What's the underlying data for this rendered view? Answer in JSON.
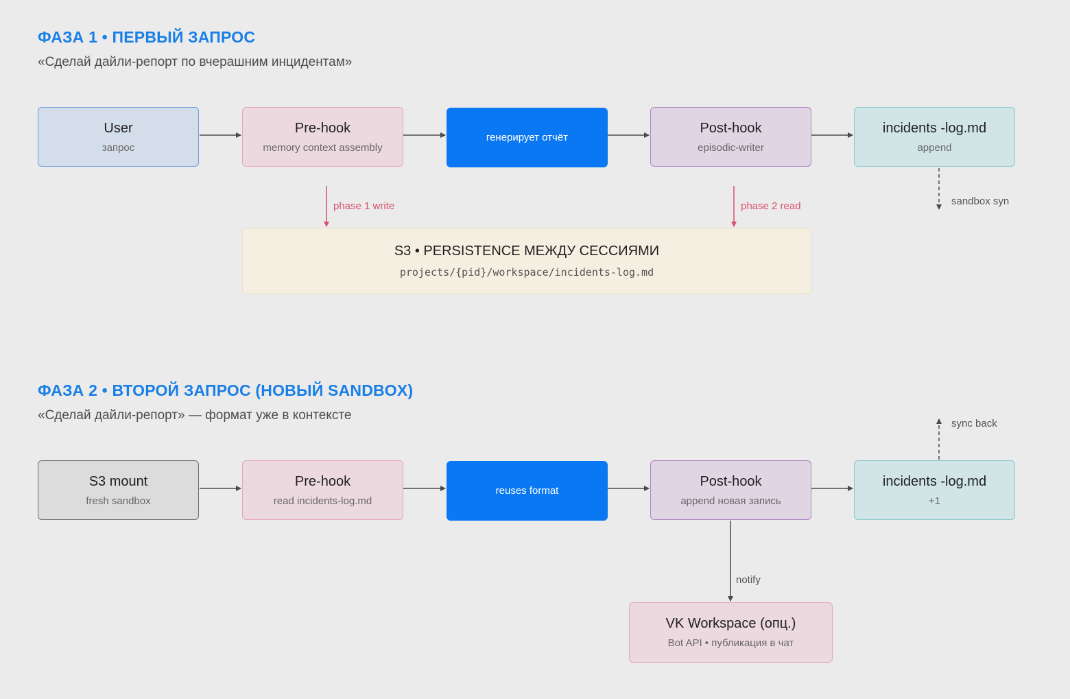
{
  "phase1": {
    "title": "ФАЗА 1 • ПЕРВЫЙ ЗАПРОС",
    "subtitle": "«Сделай дайли-репорт по вчерашним инцидентам»",
    "user": {
      "title": "User",
      "sub": "запрос"
    },
    "prehook": {
      "title": "Pre-hook",
      "sub": "memory context assembly"
    },
    "generate": {
      "title": "генерирует отчёт"
    },
    "posthook": {
      "title": "Post-hook",
      "sub": "episodic-writer"
    },
    "incidents": {
      "title": "incidents -log.md",
      "sub": "append"
    },
    "phase1_write": "phase 1 write",
    "phase2_read": "phase 2 read",
    "sandbox_sync": "sandbox syn",
    "s3": {
      "title": "S3 • PERSISTENCE МЕЖДУ СЕССИЯМИ",
      "path": "projects/{pid}/workspace/incidents-log.md"
    }
  },
  "phase2": {
    "title": "ФАЗА 2 • ВТОРОЙ ЗАПРОС (НОВЫЙ SANDBOX)",
    "subtitle": "«Сделай дайли-репорт» — формат уже в контексте",
    "s3mount": {
      "title": "S3 mount",
      "sub": "fresh sandbox"
    },
    "prehook": {
      "title": "Pre-hook",
      "sub": "read incidents-log.md"
    },
    "reuse": {
      "title": "reuses format"
    },
    "posthook": {
      "title": "Post-hook",
      "sub": "append новая запись"
    },
    "incidents": {
      "title": "incidents -log.md",
      "sub": "+1"
    },
    "sync_back": "sync back",
    "notify": "notify",
    "vk": {
      "title": "VK Workspace (опц.)",
      "sub": "Bot API • публикация в чат"
    }
  },
  "colors": {
    "accent": "#1a7fe6",
    "primary_node": "#0a78f2",
    "phase_link": "#d9506e",
    "connector": "#4a4a4a"
  }
}
